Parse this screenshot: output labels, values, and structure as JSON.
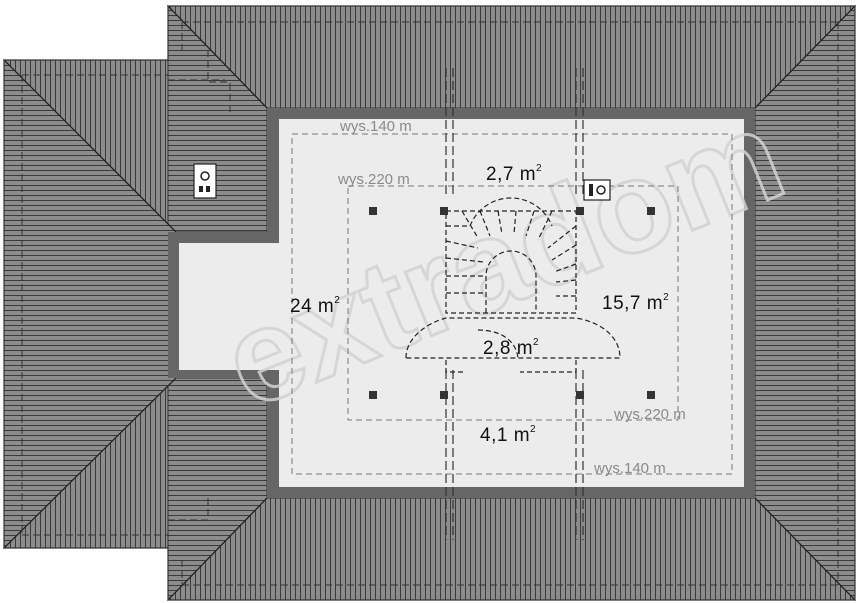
{
  "plan": {
    "rooms": [
      {
        "id": "room-top",
        "area": "2,7",
        "unit": "m",
        "exp": "2"
      },
      {
        "id": "room-left",
        "area": "24",
        "unit": "m",
        "exp": "2"
      },
      {
        "id": "room-right",
        "area": "15,7",
        "unit": "m",
        "exp": "2"
      },
      {
        "id": "hall",
        "area": "2,8",
        "unit": "m",
        "exp": "2"
      },
      {
        "id": "room-bottom",
        "area": "4,1",
        "unit": "m",
        "exp": "2"
      }
    ],
    "height_labels": [
      {
        "id": "h140-top",
        "text": "wys.140 m"
      },
      {
        "id": "h220-top",
        "text": "wys.220 m"
      },
      {
        "id": "h220-bottom",
        "text": "wys.220 m"
      },
      {
        "id": "h140-bottom",
        "text": "wys.140 m"
      }
    ],
    "watermark": "extradom",
    "colors": {
      "roof": "#8c8c8c",
      "roof_lines": "#3a3a3a",
      "wall": "#666666",
      "floor": "#ececec",
      "dash": "#555555"
    }
  }
}
